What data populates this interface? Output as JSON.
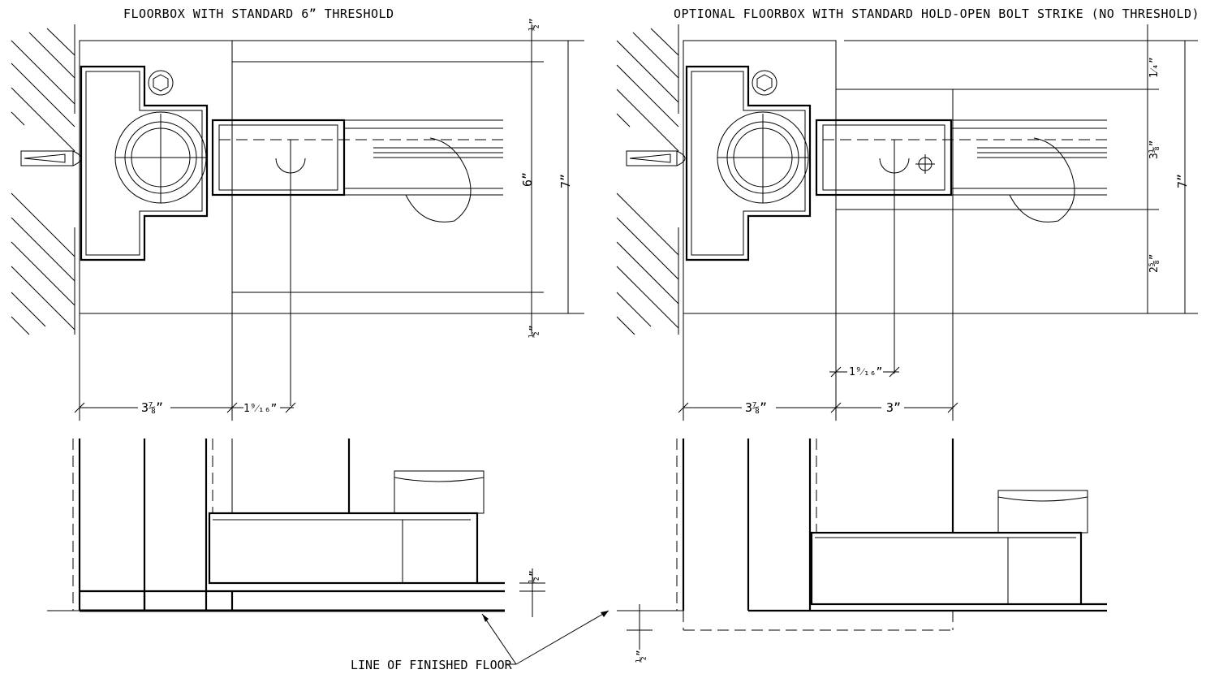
{
  "titles": {
    "left": "FLOORBOX WITH STANDARD 6” THRESHOLD",
    "right": "OPTIONAL FLOORBOX WITH STANDARD HOLD-OPEN BOLT STRIKE (NO THRESHOLD)"
  },
  "callout": "LINE OF FINISHED FLOOR",
  "dimensions": {
    "left_top_half": "½”",
    "left_bottom_half": "½”",
    "left_six": "6”",
    "left_seven": "7”",
    "left_width_a": "3⅞”",
    "left_width_b": "1⁹⁄₁₆”",
    "left_elev_half": "½”",
    "right_quarter": "1⁄₄”",
    "right_three_eighth": "3⅛”",
    "right_two_five": "2⅝”",
    "right_seven": "7”",
    "right_offset": "1⁹⁄₁₆”",
    "right_width_a": "3⅞”",
    "right_width_b": "3”",
    "right_elev_half": "½”"
  }
}
